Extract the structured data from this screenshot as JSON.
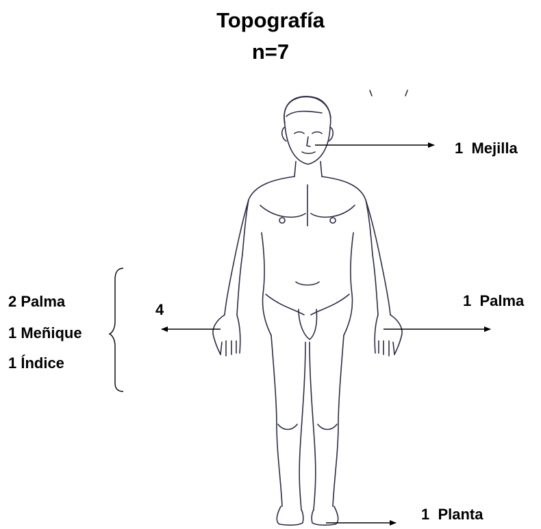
{
  "title": "Topografía",
  "subtitle": "n=7",
  "annotations": {
    "cheek": "1  Mejilla",
    "right_palm": "1  Palma",
    "left_count": "4",
    "left_items": [
      "2 Palma",
      "1 Meñique",
      "1 Índice"
    ],
    "sole": "1  Planta"
  }
}
